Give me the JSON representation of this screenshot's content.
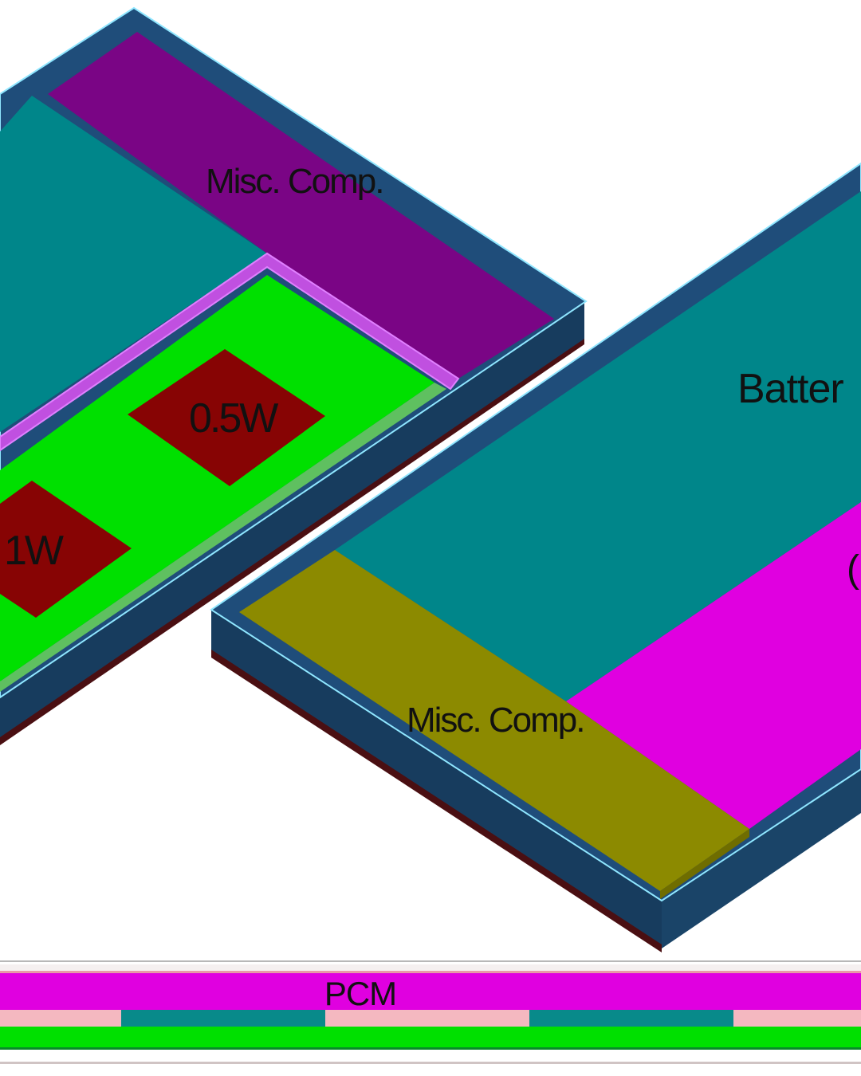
{
  "labels": {
    "left_misc": "Misc. Comp.",
    "heater_half": "0.5W",
    "heater_one": "1W",
    "battery": "Batter",
    "battery_paren": "(",
    "right_misc": "Misc. Comp.",
    "pcm": "PCM"
  },
  "colors": {
    "enclosure_top": "#1f4d7a",
    "enclosure_side": "#173c5e",
    "outline": "#8fe6ff",
    "teal_board": "#00868a",
    "misc_left": "#7a0585",
    "board_green": "#00e000",
    "heater": "#870404",
    "misc_right": "#8c8a00",
    "pcm_magenta": "#e000e0",
    "pcm_pink": "#f4b8c0",
    "pcm_teal": "#088a8a",
    "frame_gray": "#b8b8b8",
    "dark_shadow": "#4a0f12"
  }
}
